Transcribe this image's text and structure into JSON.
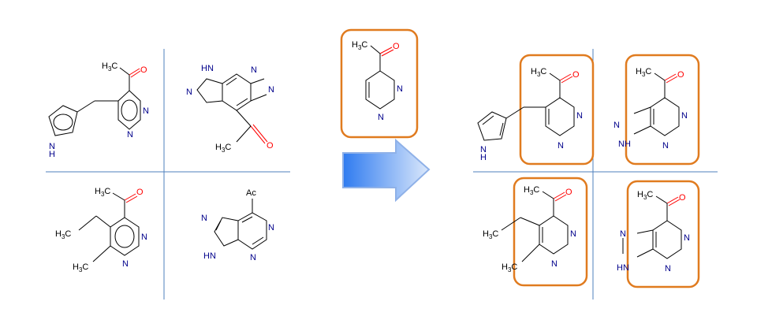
{
  "colors": {
    "bond": "#000000",
    "nitrogen": "#00008b",
    "oxygen": "#ff0000",
    "divider": "#4f81bd",
    "highlight_box": "#e07b1f",
    "arrow_light": "#dbe8fb",
    "arrow_dark": "#2f7bf0",
    "arrow_stroke": "#8fb1e8"
  },
  "atom_labels": {
    "h3c": "H",
    "h3c_sub": "3",
    "h3c_c": "C",
    "n": "N",
    "nh": "NH",
    "hn": "HN",
    "h": "H",
    "o": "O",
    "ac": "Ac"
  }
}
